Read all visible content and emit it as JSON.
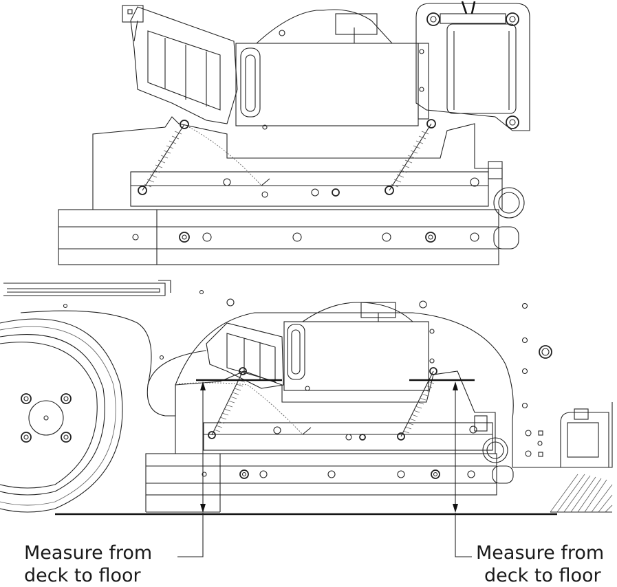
{
  "callouts": {
    "left": {
      "line1": "Measure from",
      "line2": "deck to floor"
    },
    "right": {
      "line1": "Measure from",
      "line2": "deck to floor"
    }
  },
  "colors": {
    "line": "#222222",
    "background": "#ffffff"
  }
}
